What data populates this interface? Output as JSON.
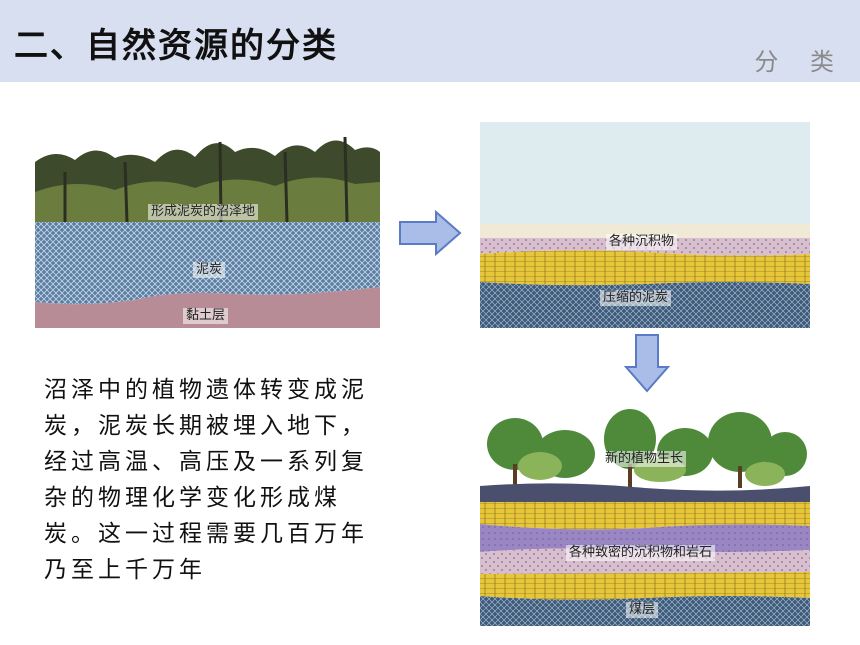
{
  "header": {
    "title": "二、自然资源的分类",
    "section": "分 类"
  },
  "panel1": {
    "labels": {
      "swamp": "形成泥炭的沼泽地",
      "peat": "泥炭",
      "clay": "黏土层"
    }
  },
  "panel2": {
    "labels": {
      "sediments": "各种沉积物",
      "compressed_peat": "压缩的泥炭"
    }
  },
  "panel3": {
    "labels": {
      "new_plants": "新的植物生长",
      "dense_sediments": "各种致密的沉积物和岩石",
      "coal": "煤层"
    }
  },
  "description": "沼泽中的植物遗体转变成泥炭，泥炭长期被埋入地下，经过高温、高压及一系列复杂的物理化学变化形成煤炭。这一过程需要几百万年乃至上千万年",
  "colors": {
    "header_bg": "#d8dff0",
    "arrow_fill": "#a9bde8",
    "arrow_stroke": "#5b7bc4"
  }
}
